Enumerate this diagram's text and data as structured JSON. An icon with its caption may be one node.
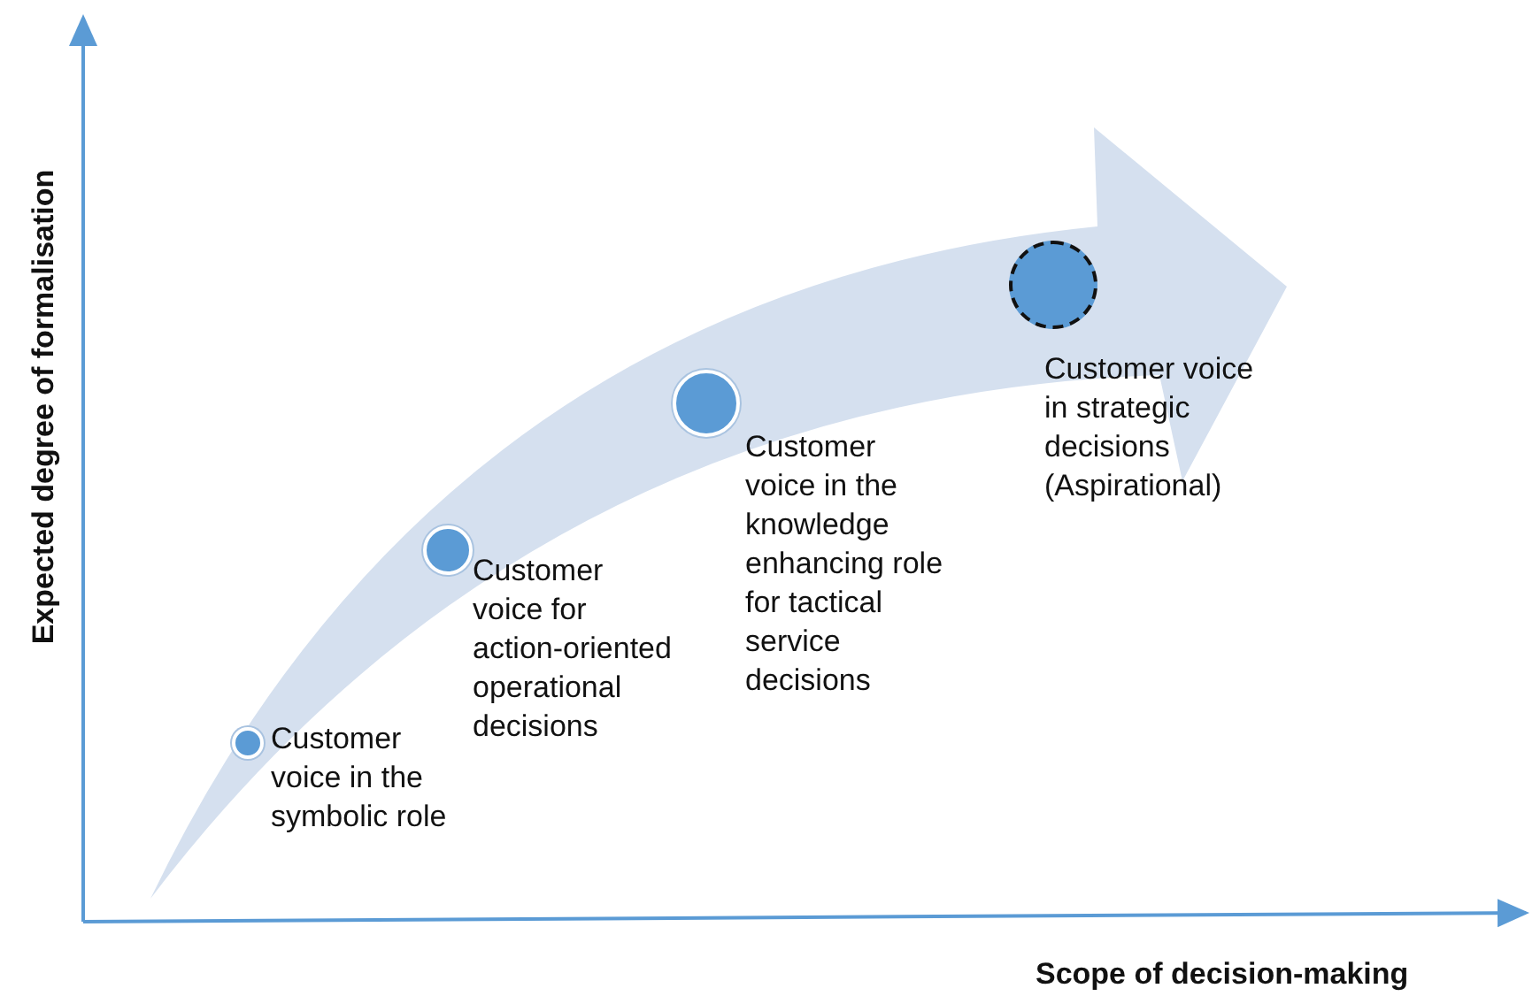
{
  "diagram": {
    "nodes": [
      {
        "text": [],
        "shape": "circle",
        "beside": [
          "Customer voice in the symbolic role"
        ]
      },
      {
        "text": [],
        "shape": "circle",
        "beside": [
          "Customer voice for action-oriented operational decisions"
        ]
      },
      {
        "text": [],
        "shape": "circle",
        "beside": [
          "Customer voice in the knowledge enhancing role for tactical service decisions"
        ]
      },
      {
        "text": [],
        "shape": "circle",
        "beside": [
          "Customer voice in strategic decisions (Aspirational)"
        ]
      }
    ],
    "edges": [],
    "labels": [
      "Expected degree of formalisation",
      "Scope of decision-making"
    ]
  }
}
